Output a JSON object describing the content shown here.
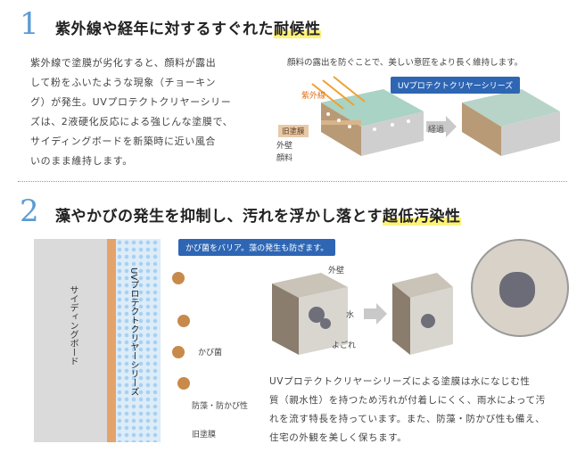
{
  "section1": {
    "number": "1",
    "title_plain": "紫外線や経年に対するすぐれた",
    "title_highlight": "耐候性",
    "description": [
      "紫外線で塗膜が劣化すると、顔料が露出",
      "して粉をふいたような現象（チョーキン",
      "グ）が発生。UVプロテクトクリヤーシリー",
      "ズは、2液硬化反応による強じんな塗膜で、",
      "サイディングボードを新築時に近い風合",
      "いのまま維持します。"
    ],
    "caption": "顔料の露出を防ぐことで、美しい意匠をより長く維持します。",
    "product_label": "UVプロテクトクリヤーシリーズ",
    "uv_label": "紫外線",
    "old_film_label": "旧塗膜",
    "wall_label": "外壁",
    "pigment_label": "顔料",
    "elapsed_label": "経過"
  },
  "section2": {
    "number": "2",
    "title_plain": "藻やかびの発生を抑制し、汚れを浮かし落とす",
    "title_highlight": "超低汚染性",
    "callout": "かび菌をバリア。藻の発生も防ぎます。",
    "siding_label": "サイディングボード",
    "product_vertical": "UVプロテクトクリヤーシリーズ",
    "mold_label": "かび菌",
    "antimold_label": "防藻・防かび性",
    "old_film_label": "旧塗膜",
    "wall_label": "外壁",
    "water_label": "水",
    "dirt_label": "よごれ",
    "description": [
      "UVプロテクトクリヤーシリーズによる塗膜は水になじむ性",
      "質（親水性）を持つため汚れが付着しにくく、雨水によって汚",
      "れを流す特長を持っています。また、防藻・防かび性も備え、",
      "住宅の外観を美しく保ちます。"
    ]
  },
  "colors": {
    "accent_blue": "#5a9bd5",
    "highlight": "#fff27a",
    "product_blue": "#2e66b4",
    "uv_orange": "#f0a030"
  }
}
